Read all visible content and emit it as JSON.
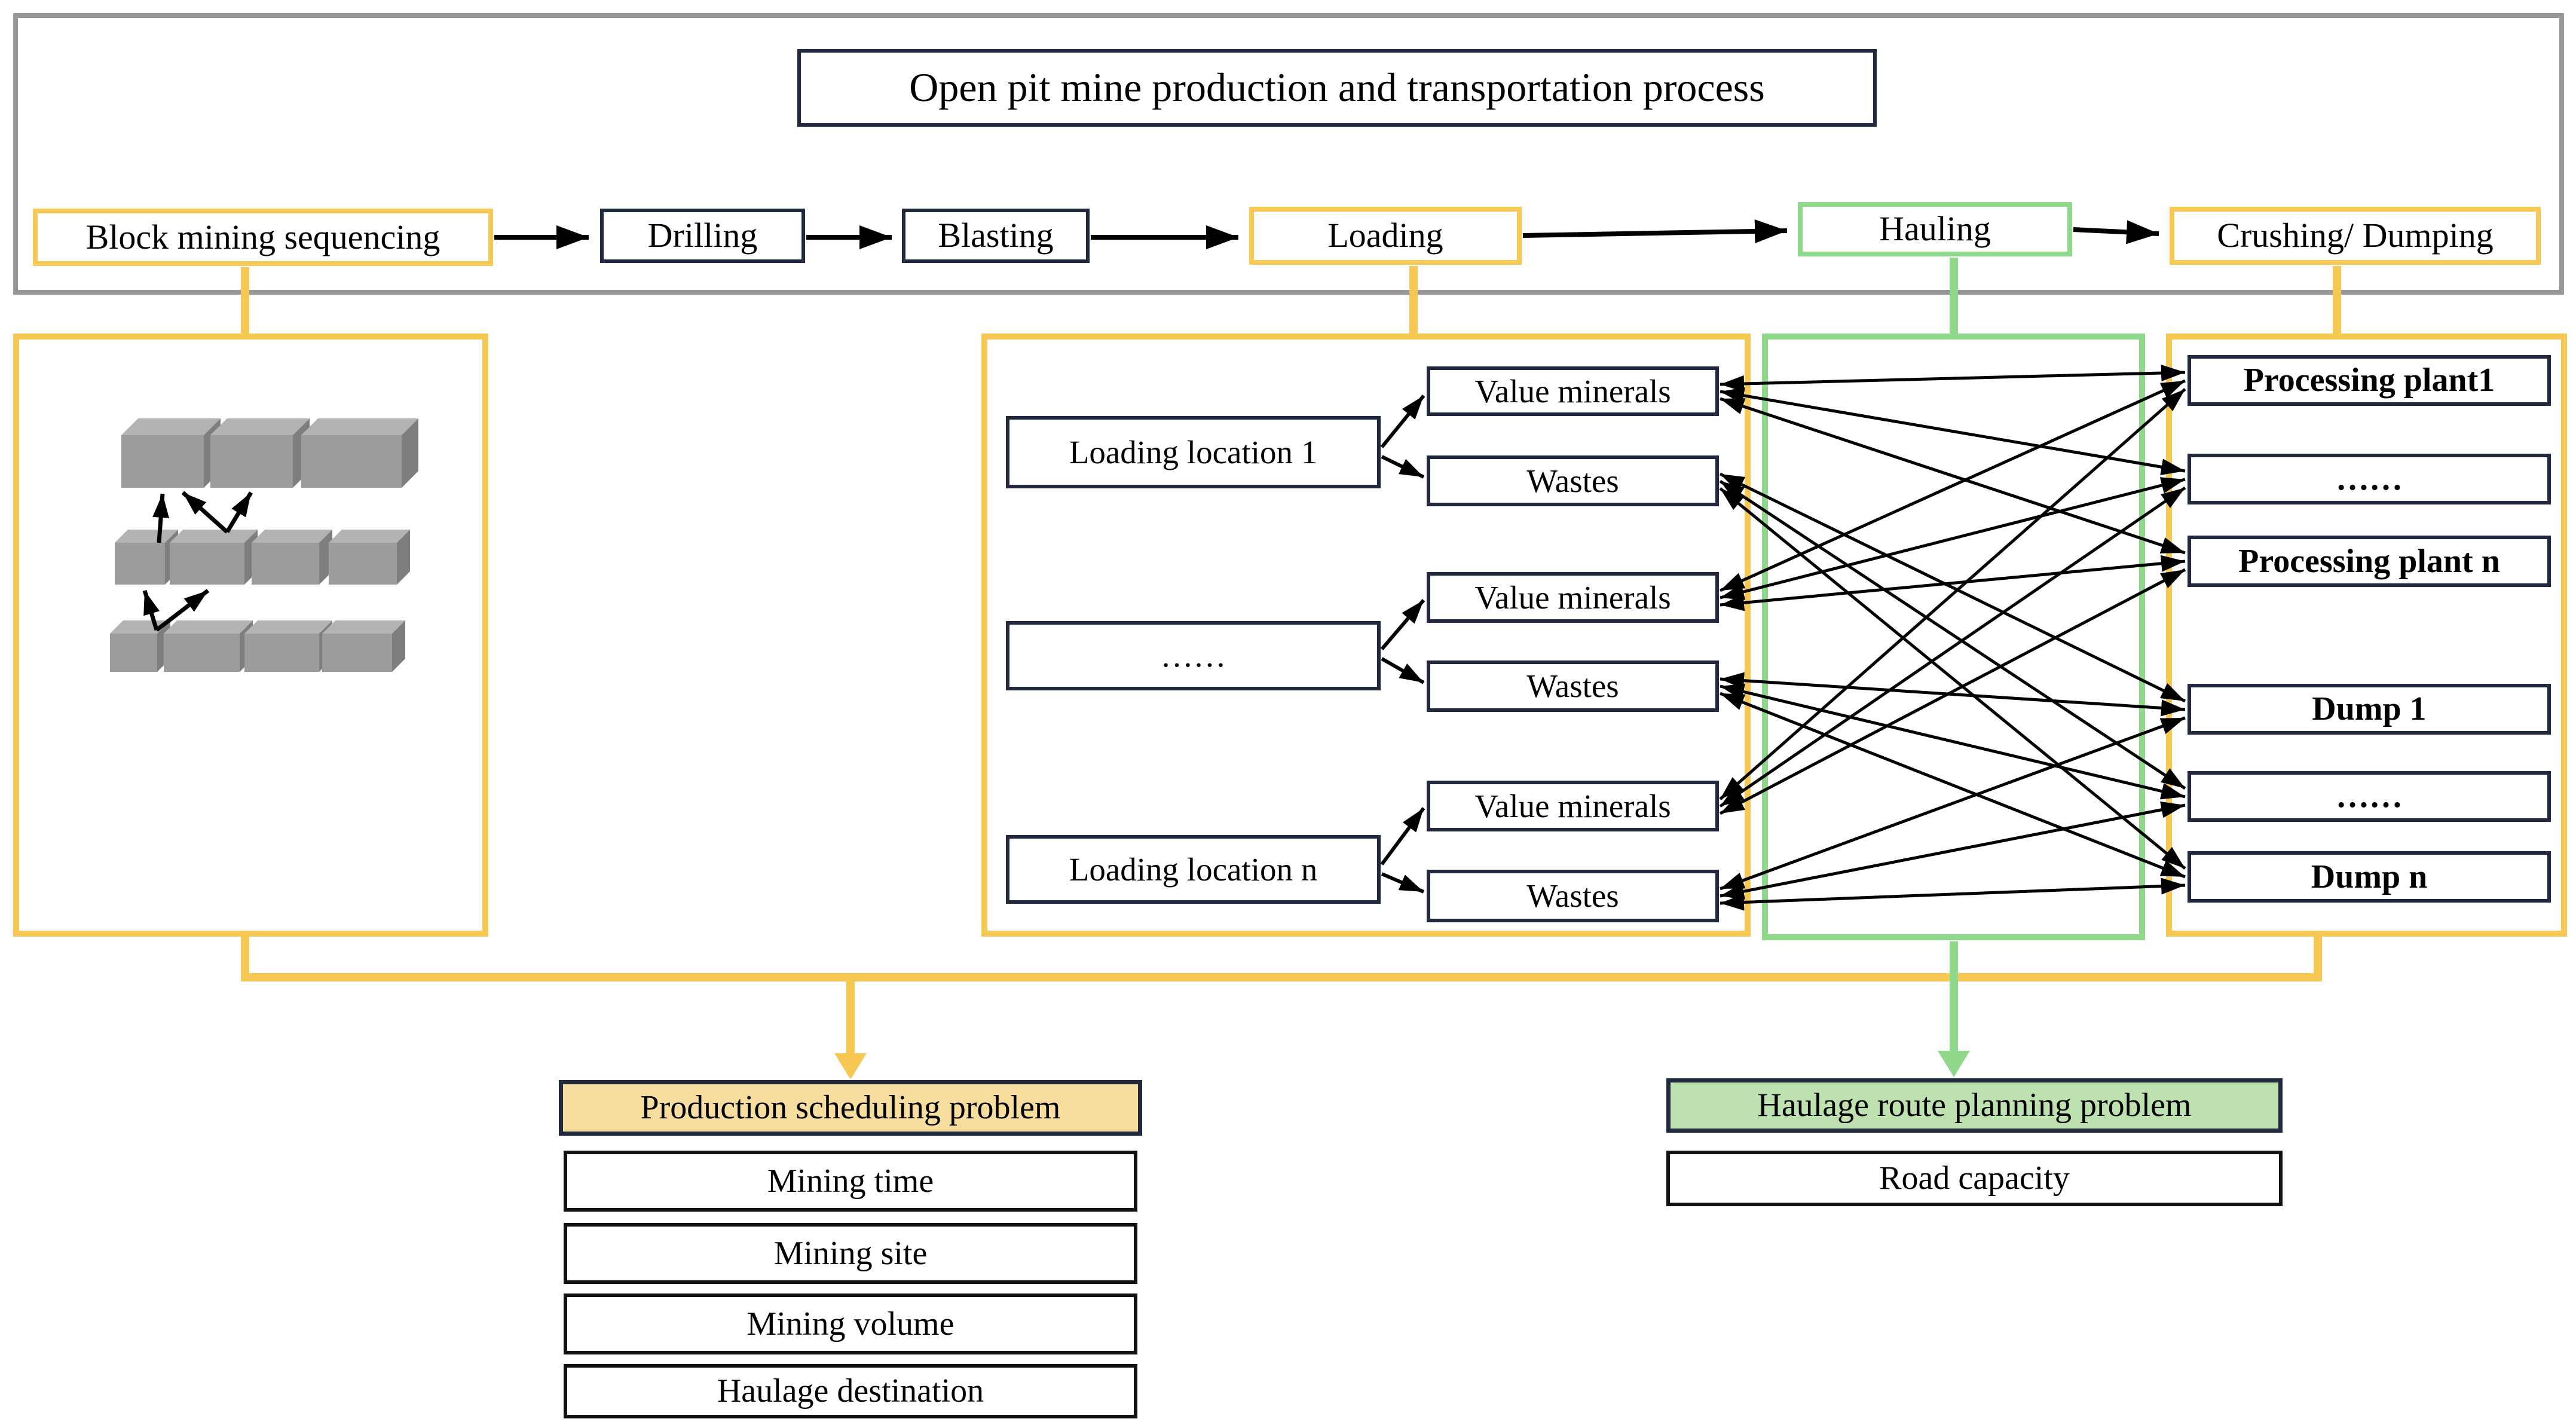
{
  "header": {
    "title": "Open pit mine production and transportation process"
  },
  "process": {
    "items": [
      {
        "label": "Block mining sequencing",
        "accent": "yellow"
      },
      {
        "label": "Drilling",
        "accent": "navy"
      },
      {
        "label": "Blasting",
        "accent": "navy"
      },
      {
        "label": "Loading",
        "accent": "yellow"
      },
      {
        "label": "Hauling",
        "accent": "green"
      },
      {
        "label": "Crushing/ Dumping",
        "accent": "yellow"
      }
    ]
  },
  "block_sequencing_panel": {
    "illustration": "stacked-gray-mining-blocks-with-sequence-arrows"
  },
  "loading_panel": {
    "groups": [
      {
        "location": "Loading location 1",
        "outputs": [
          "Value minerals",
          "Wastes"
        ]
      },
      {
        "location": "……",
        "outputs": [
          "Value minerals",
          "Wastes"
        ]
      },
      {
        "location": "Loading location n",
        "outputs": [
          "Value minerals",
          "Wastes"
        ]
      }
    ]
  },
  "hauling_panel": {
    "content": "haulage-route-network-lines",
    "routes": "value minerals to processing plants; wastes to dumps; double-headed arrows"
  },
  "destinations": {
    "items": [
      "Processing plant1",
      "……",
      "Processing plant n",
      "Dump 1",
      "……",
      "Dump n"
    ]
  },
  "production_problem": {
    "title": "Production scheduling problem",
    "items": [
      "Mining time",
      "Mining site",
      "Mining volume",
      "Haulage destination"
    ]
  },
  "haulage_problem": {
    "title": "Haulage route planning problem",
    "items": [
      "Road capacity"
    ]
  },
  "colors": {
    "yellow": "#F8C855",
    "green": "#8FD88C",
    "navy": "#20293E",
    "yellow_fill": "#F8DE9E",
    "green_fill": "#BDE2AF",
    "gray_border": "#979797",
    "block_gray": "#9C9C9C"
  }
}
